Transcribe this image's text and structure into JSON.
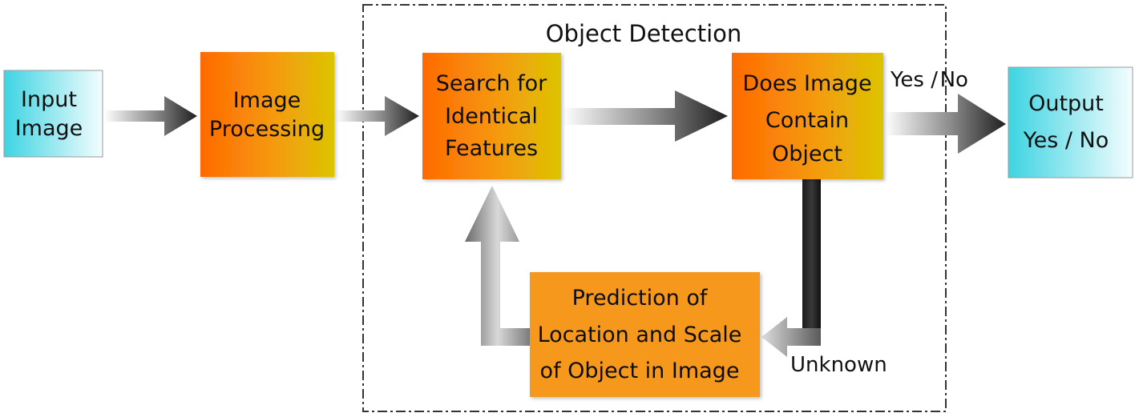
{
  "diagram": {
    "group_title": "Object Detection",
    "nodes": {
      "input": {
        "lines": [
          "Input",
          "Image"
        ]
      },
      "processing": {
        "lines": [
          "Image",
          "Processing"
        ]
      },
      "search": {
        "lines": [
          "Search for",
          "Identical",
          "Features"
        ]
      },
      "contains": {
        "lines": [
          "Does Image",
          "Contain",
          "Object"
        ]
      },
      "output": {
        "lines": [
          "Output",
          "Yes / No"
        ]
      },
      "prediction": {
        "lines": [
          "Prediction of",
          "Location and Scale",
          "of Object in Image"
        ]
      }
    },
    "edge_labels": {
      "yes_no": "Yes / No",
      "unknown": "Unknown"
    }
  },
  "colors": {
    "orange_start": "#ff6a00",
    "orange_end": "#e6c200",
    "orange_flat": "#f59a24",
    "cyan_start": "#3fd3e0",
    "cyan_end": "#f2fcfd"
  }
}
